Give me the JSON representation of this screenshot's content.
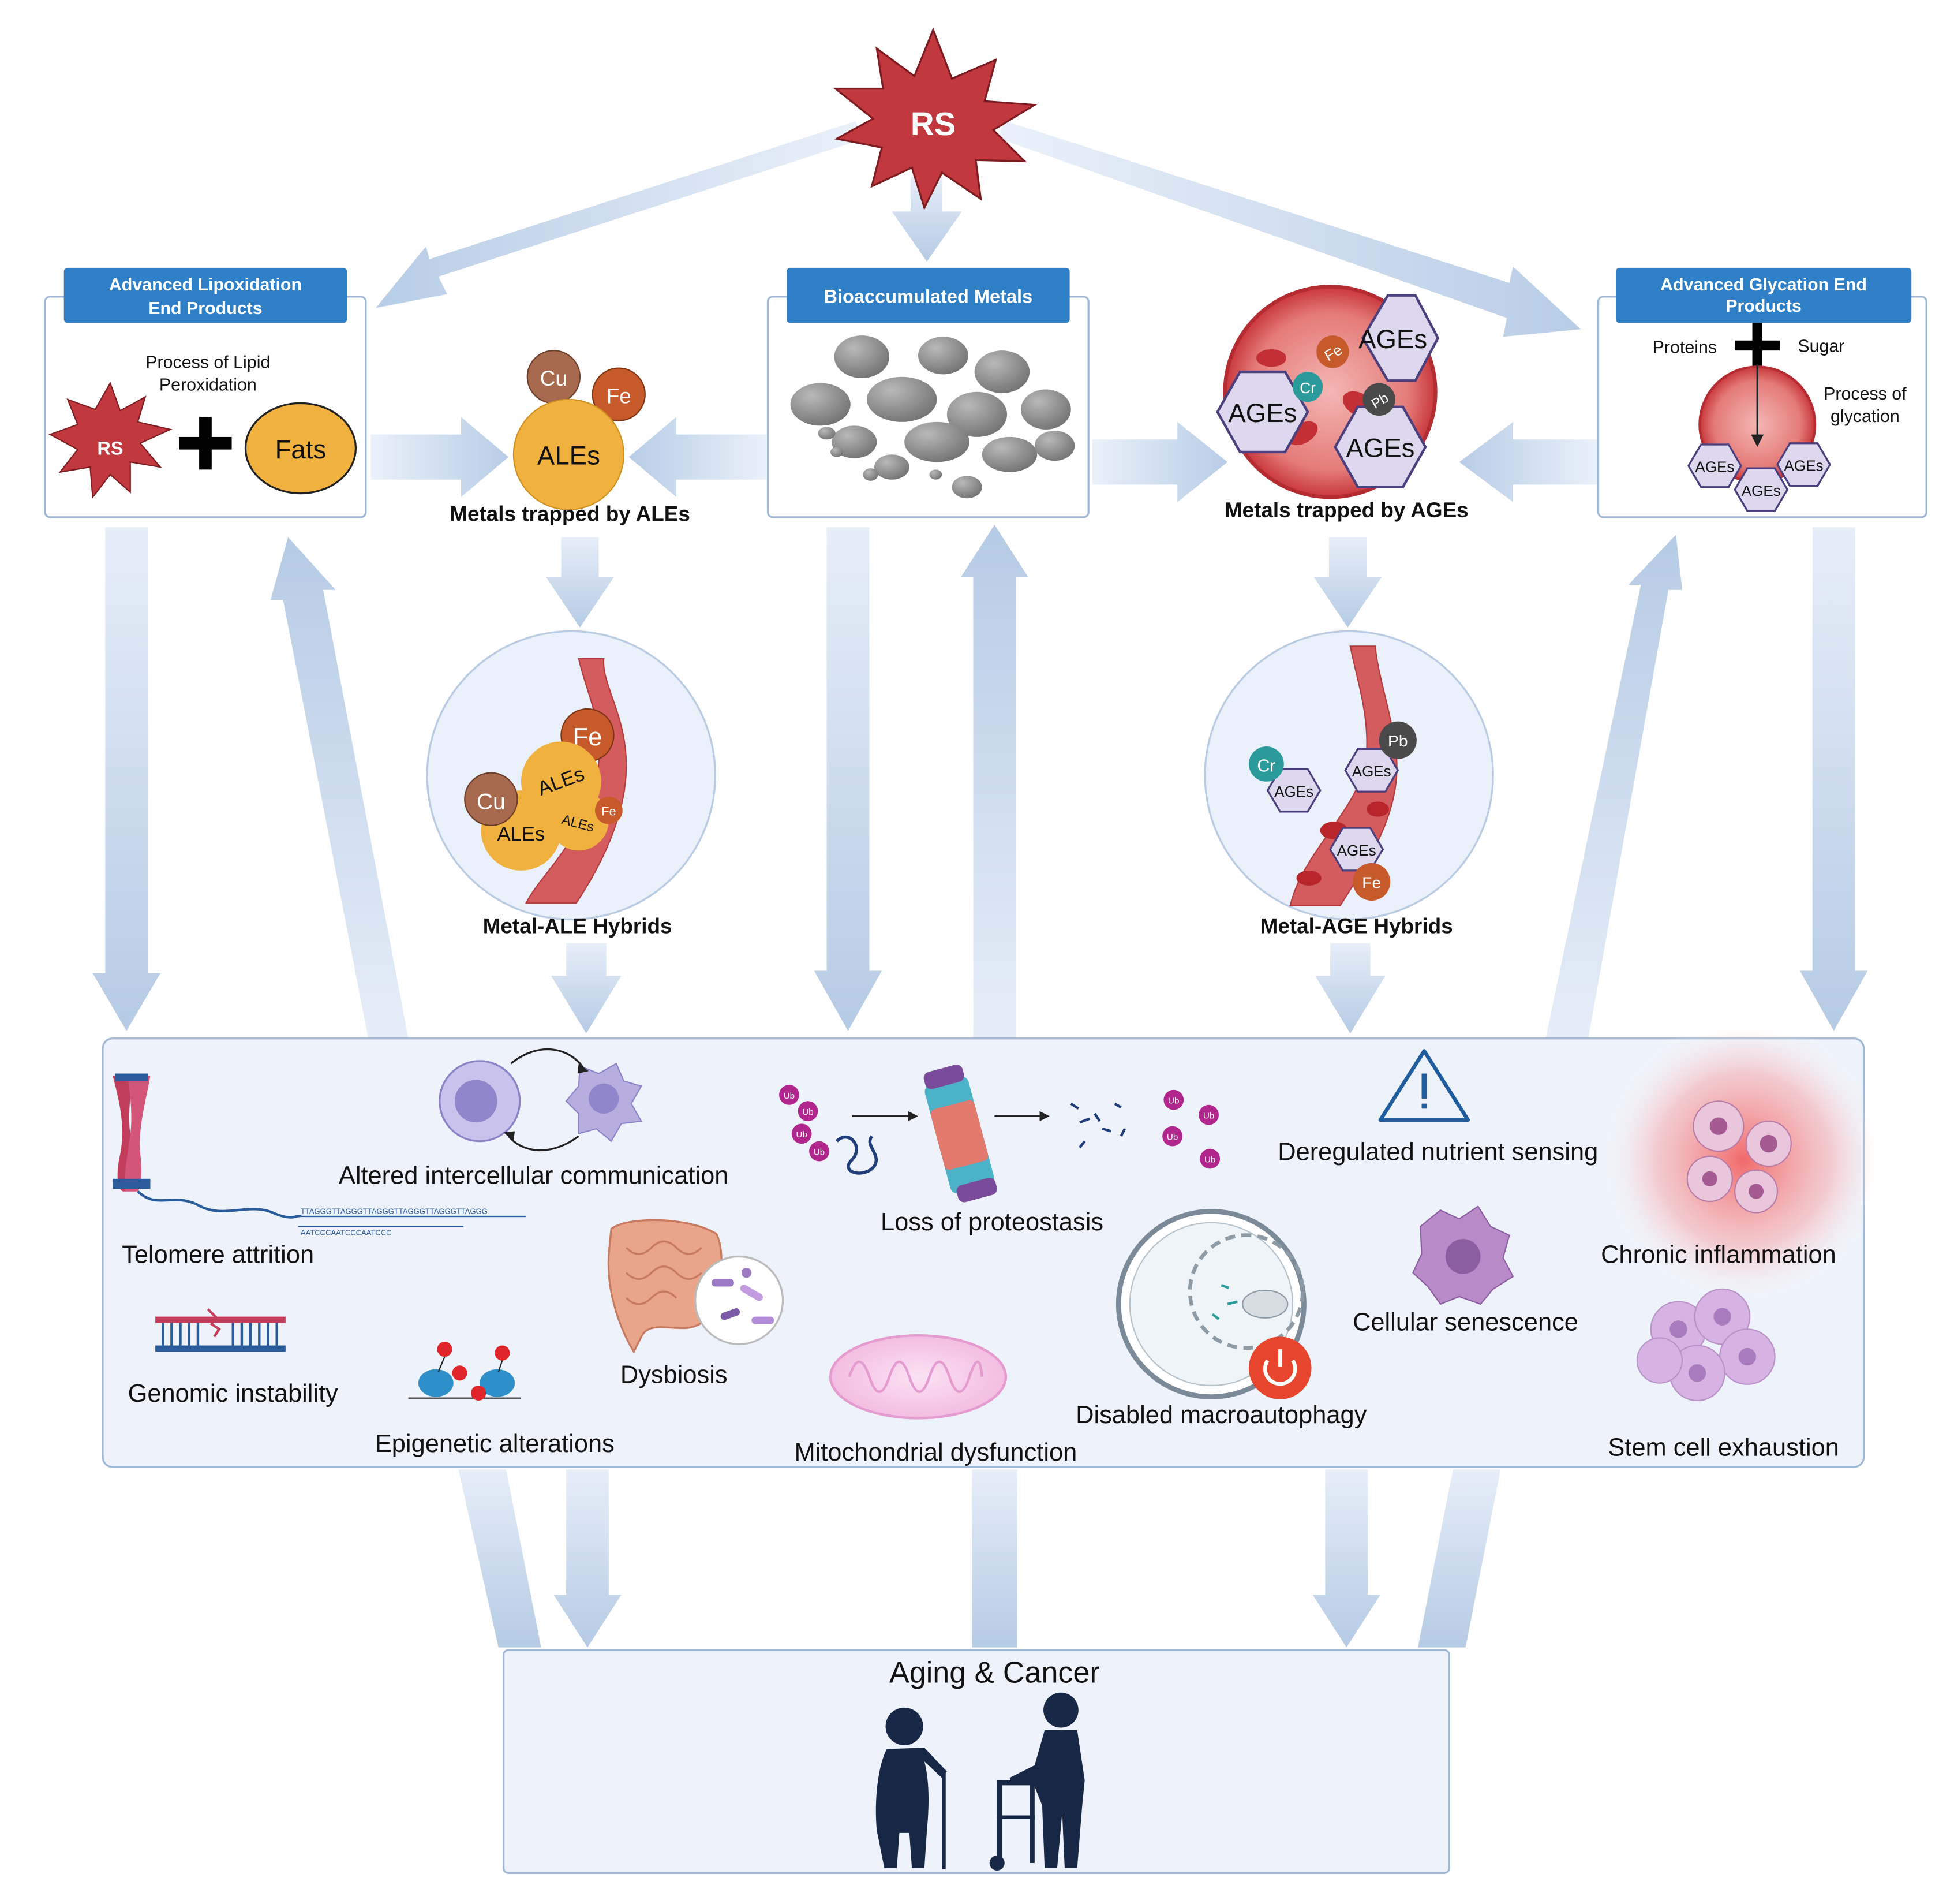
{
  "colors": {
    "arrow_fill": "#c3d6ea",
    "box_border": "#9fb8d6",
    "box_fill": "#eef3fb",
    "header_fill": "#2f7fc7",
    "rs_star": "#c1393f",
    "ale_orange": "#f0b13f",
    "age_hex": "#ddd8ee",
    "cell_red": "#c9373c"
  },
  "top": {
    "rs_label": "RS"
  },
  "ale_box": {
    "header_line1": "Advanced Lipoxidation",
    "header_line2": "End Products",
    "process_line1": "Process of Lipid",
    "process_line2": "Peroxidation",
    "rs_label": "RS",
    "fats_label": "Fats"
  },
  "metals_ale": {
    "cu": "Cu",
    "fe": "Fe",
    "ales": "ALEs",
    "caption": "Metals trapped by ALEs"
  },
  "metals_box": {
    "header": "Bioaccumulated  Metals"
  },
  "metals_age": {
    "fe": "Fe",
    "cr": "Cr",
    "pb": "Pb",
    "ages": "AGEs",
    "caption": "Metals trapped by AGEs"
  },
  "age_box": {
    "header_line1": "Advanced Glycation End",
    "header_line2": "Products",
    "proteins": "Proteins",
    "sugar": "Sugar",
    "process_line1": "Process of",
    "process_line2": "glycation",
    "ages": "AGEs"
  },
  "ale_hybrid": {
    "fe": "Fe",
    "cu": "Cu",
    "ales": "ALEs",
    "caption": "Metal-ALE Hybrids"
  },
  "age_hybrid": {
    "cr": "Cr",
    "pb": "Pb",
    "fe": "Fe",
    "ages": "AGEs",
    "caption": "Metal-AGE Hybrids"
  },
  "hallmarks": {
    "telomere": "Telomere attrition",
    "telomere_seq1": "TTAGGGTTAGGGTTAGGGTTAGGGTTAGGGTTAGGG",
    "telomere_seq2": "AATCCCAATCCCAATCCC",
    "intercellular": "Altered intercellular communication",
    "proteostasis": "Loss of proteostasis",
    "ub": "Ub",
    "nutrient": "Deregulated nutrient sensing",
    "inflammation": "Chronic inflammation",
    "genomic": "Genomic instability",
    "epigenetic": "Epigenetic alterations",
    "dysbiosis": "Dysbiosis",
    "mitochondrial": "Mitochondrial dysfunction",
    "macroautophagy": "Disabled macroautophagy",
    "senescence": "Cellular senescence",
    "stem_cell": "Stem cell exhaustion"
  },
  "outcome": {
    "title": "Aging & Cancer"
  }
}
